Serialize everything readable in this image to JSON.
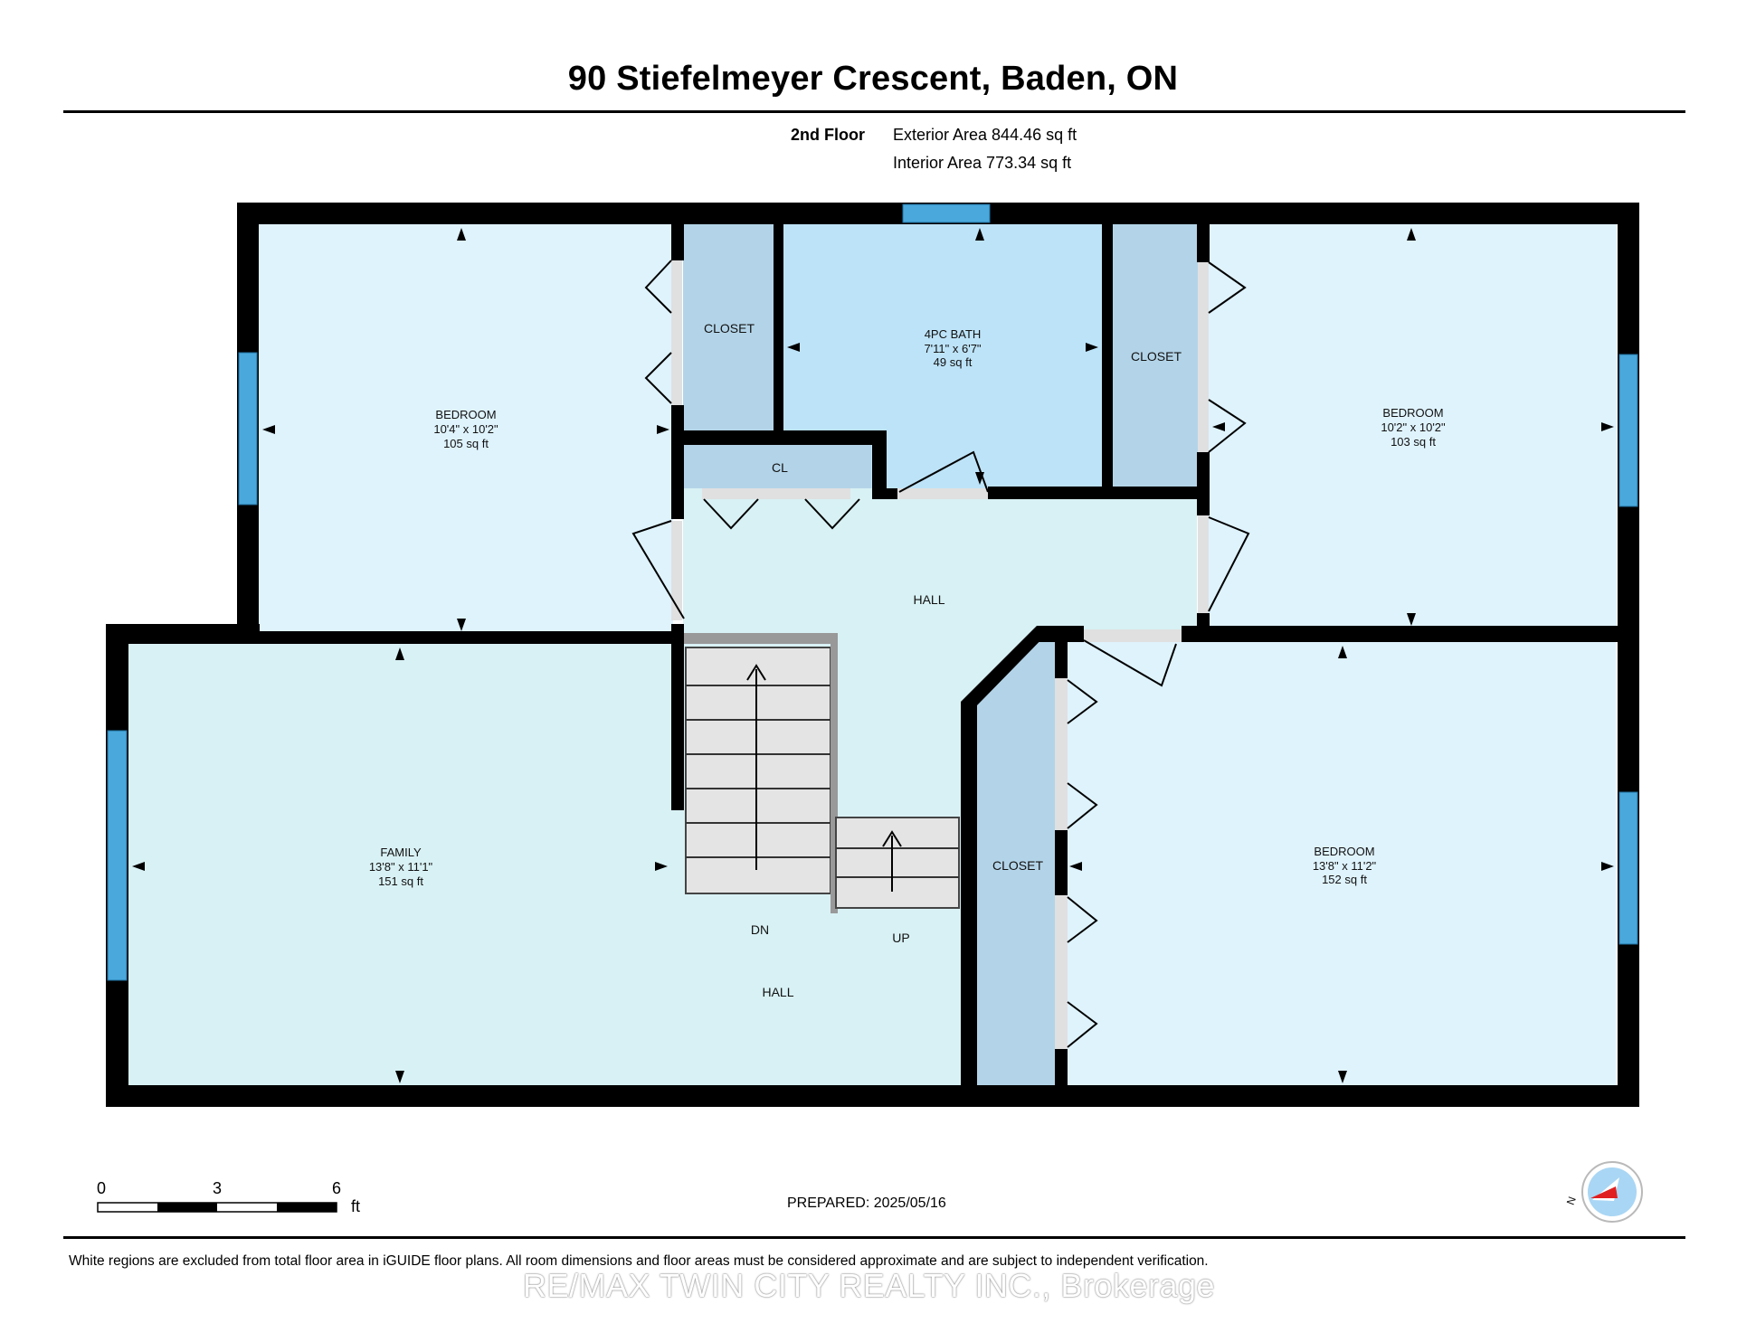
{
  "header": {
    "title": "90 Stiefelmeyer Crescent, Baden, ON",
    "floor_label": "2nd Floor",
    "exterior_area": "Exterior Area 844.46 sq ft",
    "interior_area": "Interior Area 773.34 sq ft"
  },
  "rooms": {
    "bedroom_nw": {
      "name": "BEDROOM",
      "dims": "10'4\" x 10'2\"",
      "area": "105 sq ft"
    },
    "closet_nw": {
      "name": "CLOSET"
    },
    "bath": {
      "name": "4PC BATH",
      "dims": "7'11\" x 6'7\"",
      "area": "49 sq ft"
    },
    "closet_ne": {
      "name": "CLOSET"
    },
    "bedroom_ne": {
      "name": "BEDROOM",
      "dims": "10'2\" x 10'2\"",
      "area": "103 sq ft"
    },
    "linen_closet": {
      "name": "CL"
    },
    "hall_upper": {
      "name": "HALL"
    },
    "family": {
      "name": "FAMILY",
      "dims": "13'8\" x 11'1\"",
      "area": "151 sq ft"
    },
    "stairs_down": {
      "name": "DN"
    },
    "stairs_up": {
      "name": "UP"
    },
    "hall_lower": {
      "name": "HALL"
    },
    "closet_se": {
      "name": "CLOSET"
    },
    "bedroom_se": {
      "name": "BEDROOM",
      "dims": "13'8\" x 11'2\"",
      "area": "152 sq ft"
    }
  },
  "scale_bar": {
    "labels": [
      "0",
      "3",
      "6"
    ],
    "unit": "ft"
  },
  "compass": {
    "label": "N"
  },
  "footer": {
    "prepared": "PREPARED: 2025/05/16",
    "disclaimer": "White regions are excluded from total floor area in iGUIDE floor plans. All room dimensions and floor areas must be considered approximate and are subject to independent verification.",
    "watermark": "RE/MAX TWIN CITY REALTY INC., Brokerage"
  },
  "colors": {
    "wall": "#000000",
    "bedroom_fill": "#dff3fd",
    "bath_fill": "#bde3f8",
    "closet_fill": "#b3d4e8",
    "hall_fill": "#d8f1f4",
    "window": "#4aa8dc",
    "stairs": "#e4e4e4"
  }
}
